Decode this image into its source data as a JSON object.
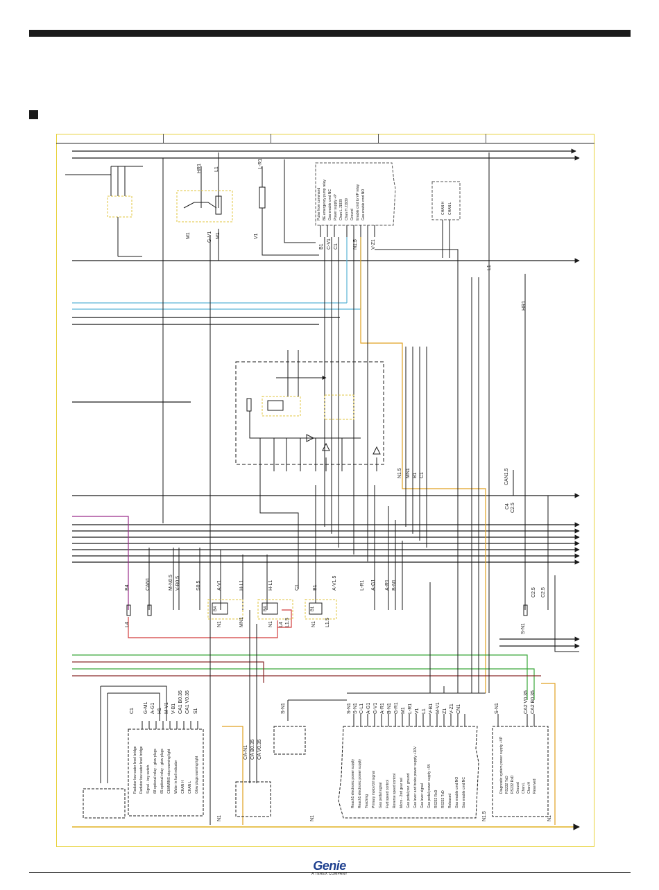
{
  "brand": {
    "name": "Genie",
    "tagline": "A TEREX COMPANY"
  },
  "colors": {
    "frame": "#e8d23a",
    "dashed_box": "#e2c53c",
    "can_blue": "#5ab4d6",
    "green": "#3aa83a",
    "red": "#d23c3c",
    "brown": "#8a2a2a",
    "orange": "#e0a020",
    "purple": "#9a2c8a",
    "logo": "#1d3f8f"
  },
  "top_wire_labels": [
    "HR1",
    "L1",
    "L-R1",
    "M1",
    "G-V1",
    "M1",
    "V1"
  ],
  "pump_interface": {
    "pins": [
      "Pulse from command",
      "BE emergency pump relay",
      "Gas enable cmd NC",
      "Power supply +P",
      "Chan L J1939",
      "Chan H J1939",
      "Ground",
      "Enable cmd to VP relay",
      "Gas enable cmd NO"
    ],
    "wires": [
      "B1",
      "C-V1",
      "C1",
      "N1.5",
      "V-Z1"
    ]
  },
  "can_connector": {
    "pins": [
      "CHAN H",
      "CHAN L"
    ]
  },
  "right_labels": [
    "L1",
    "HR1",
    "CAN1.5",
    "C4",
    "C2.5",
    "C2.5",
    "C2.5",
    "S-N1"
  ],
  "mid_labels": [
    "N1.5",
    "MN1",
    "B1",
    "C1"
  ],
  "relay_row": {
    "top": [
      "B4",
      "CAN1",
      "M-N0.5",
      "V-B0.5",
      "S0.5",
      "A-V1",
      "H-L1",
      "H-L1",
      "C1",
      "B1",
      "A-V1.5",
      "L-R1",
      "A-G1",
      "A-R1",
      "B-N1"
    ],
    "bottom": [
      "L4",
      "N1",
      "MN1",
      "N1",
      "L4",
      "L1.5",
      "N1",
      "L1.5"
    ],
    "relay_ids": [
      "B4",
      "B4",
      "B1"
    ]
  },
  "engine_ecu": {
    "wires": [
      "C1",
      "G-M1",
      "A-G1",
      "H1",
      "M-V1",
      "V-B1",
      "CA1 B0.35",
      "CA1 V0.35",
      "S1"
    ],
    "pins": [
      "Radiator low water level bridge",
      "Radiator low water level bridge",
      "Signal - key switch",
      "68 optional relay - glow plugs",
      "65 optional relay - glow plugs",
      "CUMMINS stop warning light",
      "Water in fuel indicator",
      "CHAN H",
      "CHAN L",
      "Glow plugs warning light"
    ]
  },
  "small_connector": {
    "wires": [
      "CA-N1",
      "CA B0.35",
      "CA V0.35"
    ]
  },
  "s_n1_label": "S-N1",
  "controller": {
    "wires": [
      "S-N1",
      "S-N1",
      "C-L1",
      "A-G1",
      "G-V1",
      "A-R1",
      "B-N1",
      "G-R1",
      "M1",
      "L-R1",
      "V1",
      "L1",
      "V-B1",
      "M-V1",
      "Z1",
      "V-Z1",
      "CN1"
    ],
    "pins": [
      "Reach1 electronic power supply",
      "Reach1 electronic power supply",
      "Teaching",
      "Primary motor/ctrl signal",
      "Gas pedal signal",
      "Fwd speed control",
      "Reverse speed control",
      "Micro - 2nd gear sel",
      "Gas pedal pwr. ground",
      "Gas lever and brake power supply +10V",
      "Gas lever signal",
      "Gas pedal power supply +5V",
      "RS232 RxD",
      "RS232 TxD",
      "Released",
      "Gas enable cmd NO",
      "Gas enable cmd NC"
    ]
  },
  "diag_connector": {
    "wires": [
      "S-N1",
      "CA2 V0.35",
      "CA2 B0.35"
    ],
    "pins": [
      "Diagnostic system power supply +VP",
      "RS232 TxD",
      "RS232 RxD",
      "Ground",
      "Chan L",
      "Chan H",
      "Reserved"
    ]
  },
  "bottom_labels": [
    "N1",
    "N1",
    "N1.5",
    "N1"
  ]
}
